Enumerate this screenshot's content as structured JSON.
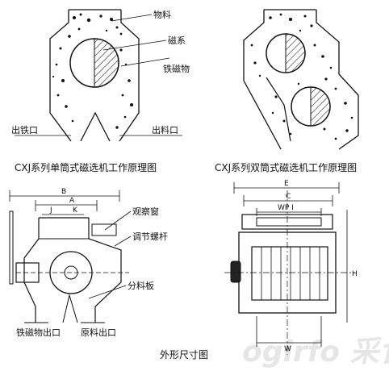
{
  "single_drum": {
    "labels": {
      "material": "物料",
      "magnetic_system": "磁系",
      "ferromagnetic": "铁磁物",
      "iron_outlet": "出铁口",
      "material_outlet": "出料口"
    },
    "caption": "CXJ系列单筒式磁选机工作原理图"
  },
  "double_drum": {
    "caption": "CXJ系列双筒式磁选机工作原理图"
  },
  "side_view": {
    "dims": {
      "b": "B",
      "a": "A",
      "j": "J",
      "k": "K"
    },
    "labels": {
      "window": "观察窗",
      "adjust_screw": "调节螺杆",
      "splitter": "分料板",
      "iron_outlet": "铁磁物出口",
      "material_outlet": "原料出口"
    }
  },
  "front_view": {
    "dims": {
      "e": "E",
      "c": "C",
      "wp": "WP I",
      "h": "H",
      "w": "W"
    }
  },
  "bottom_caption": "外形尺寸图",
  "watermark": "ogirfo 采食网"
}
